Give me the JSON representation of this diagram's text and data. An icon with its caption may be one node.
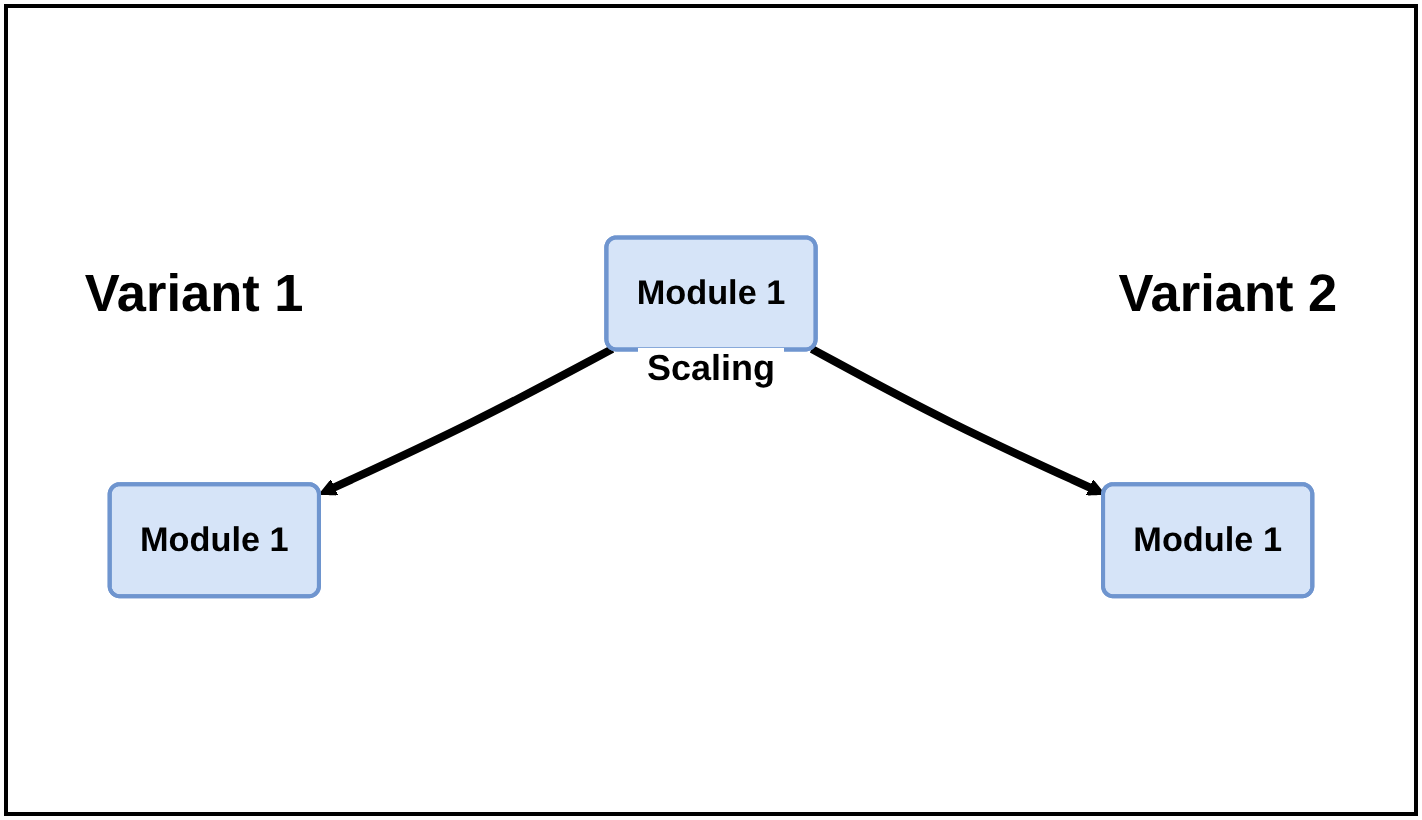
{
  "diagram": {
    "nodes": [
      {
        "text": [
          "Module 1"
        ]
      },
      {
        "text": [
          "Module 1"
        ],
        "beside": [
          "Variant 1"
        ]
      },
      {
        "text": [
          "Module 1"
        ],
        "beside": [
          "Variant 2"
        ]
      }
    ],
    "edges": [
      {
        "from": 0,
        "to": 1,
        "arrow": "to"
      },
      {
        "from": 0,
        "to": 2,
        "arrow": "to"
      }
    ],
    "labels": [
      "Scaling"
    ]
  }
}
